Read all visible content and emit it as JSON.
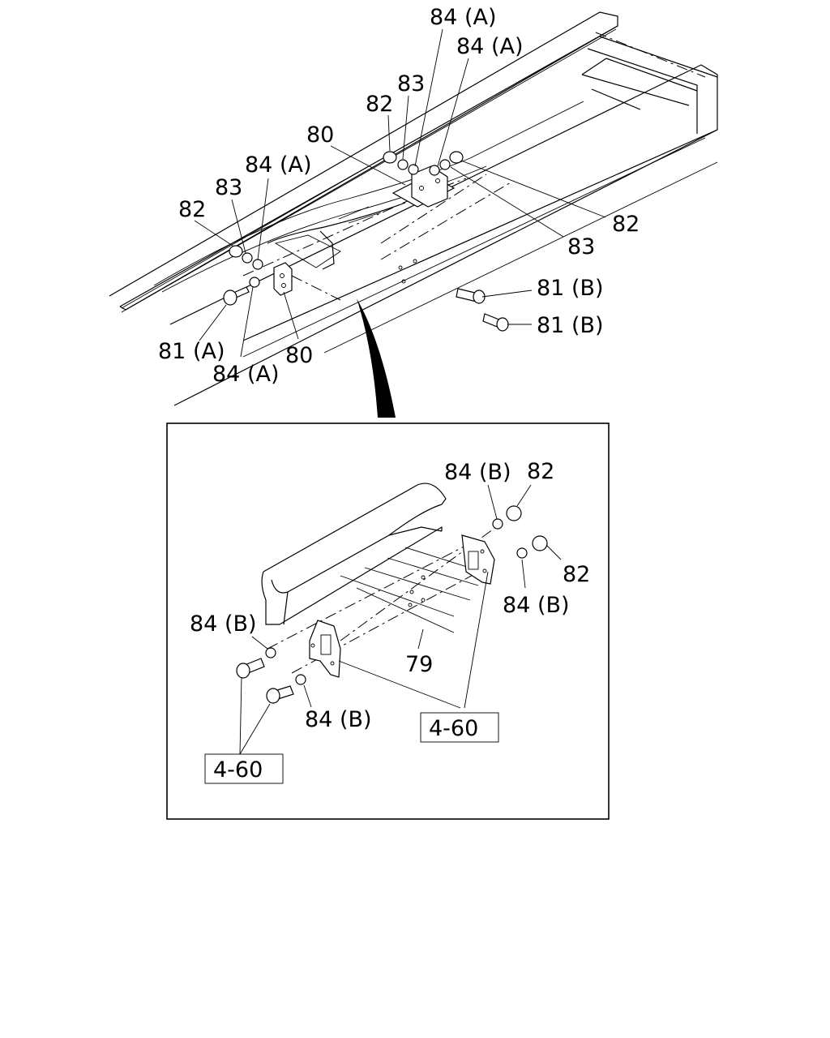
{
  "upper_view": {
    "labels": {
      "l1": "84 (A)",
      "l2": "84 (A)",
      "l3": "83",
      "l4": "82",
      "l5": "80",
      "l6": "84 (A)",
      "l7": "83",
      "l8": "82",
      "l9": "82",
      "l10": "83",
      "l11": "81 (B)",
      "l12": "81 (B)",
      "l13": "81 (A)",
      "l14": "80",
      "l15": "84 (A)"
    }
  },
  "detail_view": {
    "labels": {
      "d1": "84 (B)",
      "d2": "82",
      "d3": "82",
      "d4": "84 (B)",
      "d5": "84 (B)",
      "d6": "79",
      "d7": "84 (B)"
    },
    "references": {
      "ref_right": "4-60",
      "ref_left": "4-60"
    }
  }
}
